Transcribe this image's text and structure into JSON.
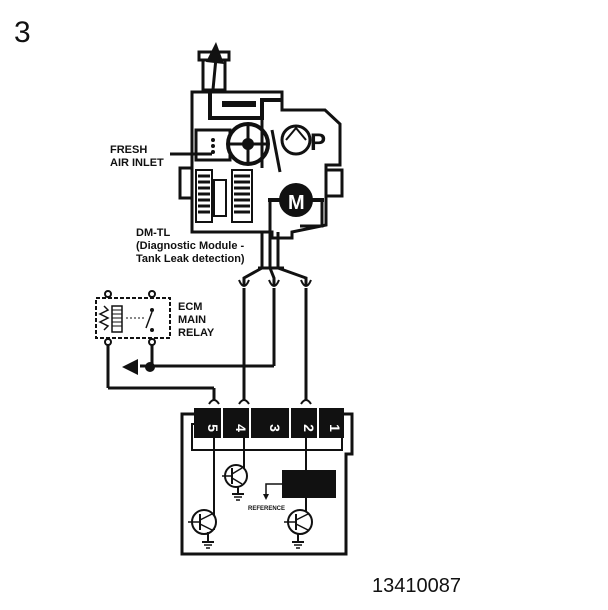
{
  "figure_number": "3",
  "reference_code": "13410087",
  "labels": {
    "fresh_air_line1": "FRESH",
    "fresh_air_line2": "AIR INLET",
    "dmtl_line1": "DM-TL",
    "dmtl_line2": "(Diagnostic Module -",
    "dmtl_line3": "Tank Leak detection)",
    "ecm_line1": "ECM",
    "ecm_line2": "MAIN",
    "ecm_line3": "RELAY",
    "pump_letter": "P",
    "motor_letter": "M",
    "reference": "REFERENCE"
  },
  "connector_pins": [
    "5",
    "4",
    "3",
    "2",
    "1"
  ],
  "colors": {
    "ink": "#111111",
    "background": "#ffffff"
  },
  "icons": {
    "pump": "pump-symbol-icon",
    "motor": "motor-symbol-icon",
    "ground": "ground-icon",
    "arrow": "arrow-icon"
  }
}
